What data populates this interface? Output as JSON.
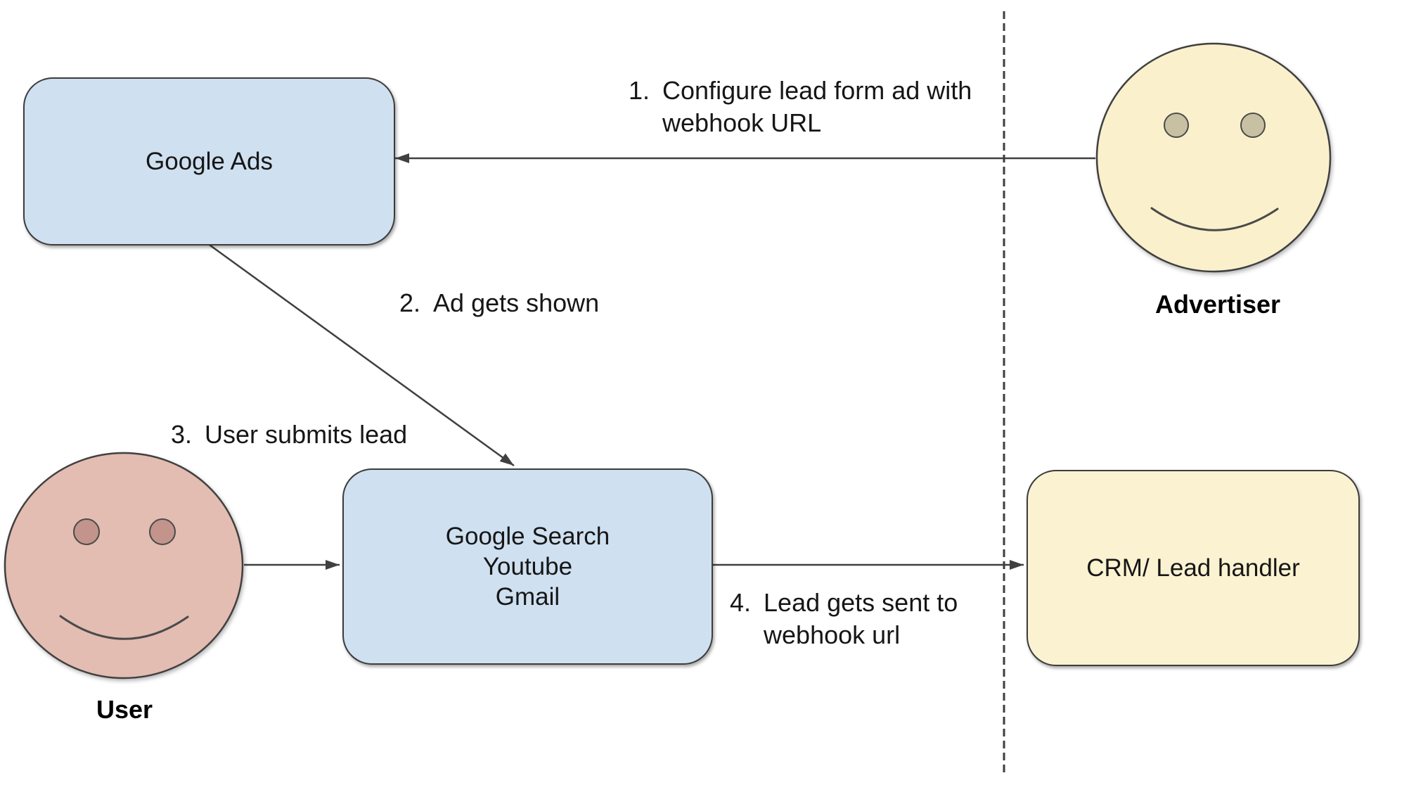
{
  "diagram": {
    "nodes": {
      "google_ads": {
        "label": "Google Ads"
      },
      "google_surfaces": {
        "lines": [
          "Google Search",
          "Youtube",
          "Gmail"
        ]
      },
      "crm": {
        "label": "CRM/ Lead handler"
      }
    },
    "actors": {
      "advertiser": {
        "label": "Advertiser"
      },
      "user": {
        "label": "User"
      }
    },
    "steps": [
      {
        "number": "1.",
        "lines": [
          "Configure lead form ad with",
          "webhook URL"
        ]
      },
      {
        "number": "2.",
        "lines": [
          "Ad gets shown"
        ]
      },
      {
        "number": "3.",
        "lines": [
          "User submits lead"
        ]
      },
      {
        "number": "4.",
        "lines": [
          "Lead gets sent to",
          "webhook url"
        ]
      }
    ],
    "colors": {
      "box_blue": "#cfe0f0",
      "box_yellow": "#fbf2d1",
      "face_yellow": "#faf0cc",
      "face_pink": "#e3bcb2",
      "eye_tan": "#c8c0a3",
      "eye_pink": "#c2948c",
      "stroke": "#404040",
      "text": "#161616"
    }
  }
}
